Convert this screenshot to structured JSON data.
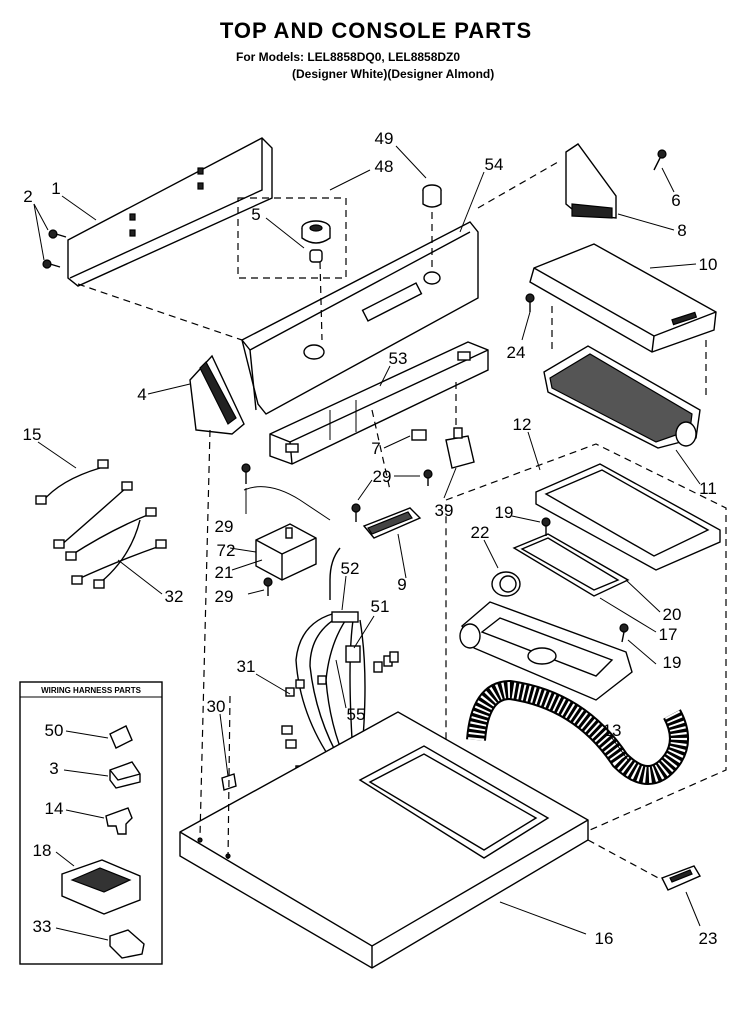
{
  "header": {
    "title": "TOP AND CONSOLE PARTS",
    "models": "For Models: LEL8858DQ0, LEL8858DZ0",
    "colors": "(Designer White)(Designer Almond)"
  },
  "inset": {
    "title": "WIRING HARNESS PARTS",
    "parts": [
      "50",
      "3",
      "14",
      "18",
      "33"
    ]
  },
  "callouts": [
    "1",
    "2",
    "5",
    "48",
    "49",
    "54",
    "6",
    "8",
    "10",
    "24",
    "4",
    "53",
    "15",
    "7",
    "29",
    "39",
    "12",
    "11",
    "19",
    "22",
    "72",
    "21",
    "52",
    "9",
    "32",
    "51",
    "20",
    "17",
    "31",
    "30",
    "55",
    "13",
    "16",
    "23"
  ]
}
